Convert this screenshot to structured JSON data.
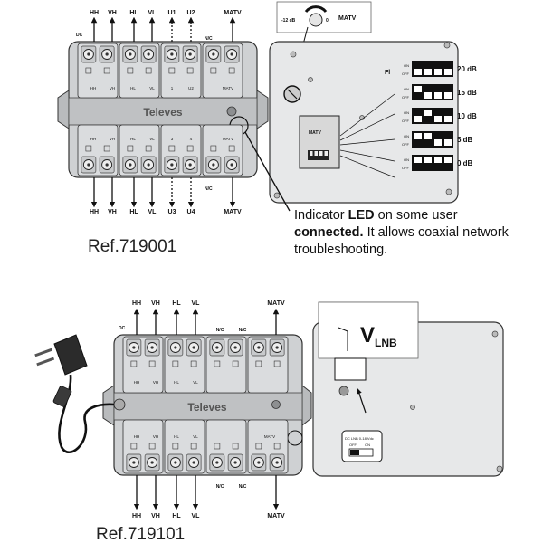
{
  "unit1": {
    "top_ports": [
      "HH",
      "VH",
      "HL",
      "VL",
      "U1",
      "U2",
      "MATV"
    ],
    "bottom_ports": [
      "HH",
      "VH",
      "HL",
      "VL",
      "U3",
      "U4",
      "MATV"
    ],
    "dc_label": "DC",
    "nc_label_top": "N/C",
    "nc_label_bottom": "N/C",
    "brand": "Televes",
    "module_top_labels": [
      "HH",
      "VH",
      "HL",
      "VL",
      "1",
      "U2",
      "MATV"
    ],
    "module_bottom_labels": [
      "HH",
      "VH",
      "HL",
      "VL",
      "3",
      "4",
      "MATV"
    ],
    "reference": "Ref.719001"
  },
  "attenuator": {
    "dial_left": "-12 dB",
    "dial_right": "0",
    "dial_label": "MATV",
    "panel_letters": "Fl",
    "pcb_label": "MATV",
    "on_label": "ON",
    "off_label": "OFF",
    "settings": [
      "20 dB",
      "15 dB",
      "10 dB",
      "5 dB",
      "0 dB"
    ]
  },
  "led_note": {
    "line1_prefix": "Indicator ",
    "line1_bold": "LED",
    "line1_suffix": " on some user",
    "line2_bold": "connected.",
    "line2_suffix": " It allows coaxial network",
    "line3": "troubleshooting."
  },
  "unit2": {
    "top_ports": [
      "HH",
      "VH",
      "HL",
      "VL",
      "N/C",
      "N/C",
      "MATV"
    ],
    "bottom_ports": [
      "HH",
      "VH",
      "HL",
      "VL",
      "N/C",
      "N/C",
      "MATV"
    ],
    "dc_label": "DC",
    "brand": "Televes",
    "module_top_labels": [
      "HH",
      "VH",
      "HL",
      "VL"
    ],
    "module_bottom_labels": [
      "HH",
      "VH",
      "HL",
      "VL",
      "MATV"
    ],
    "reference": "Ref.719101"
  },
  "vlnb": {
    "label": "V",
    "subscript": "LNB",
    "switch_text": "DC LNB 0-18 Vdc",
    "switch_off": "OFF",
    "switch_on": "ON"
  }
}
